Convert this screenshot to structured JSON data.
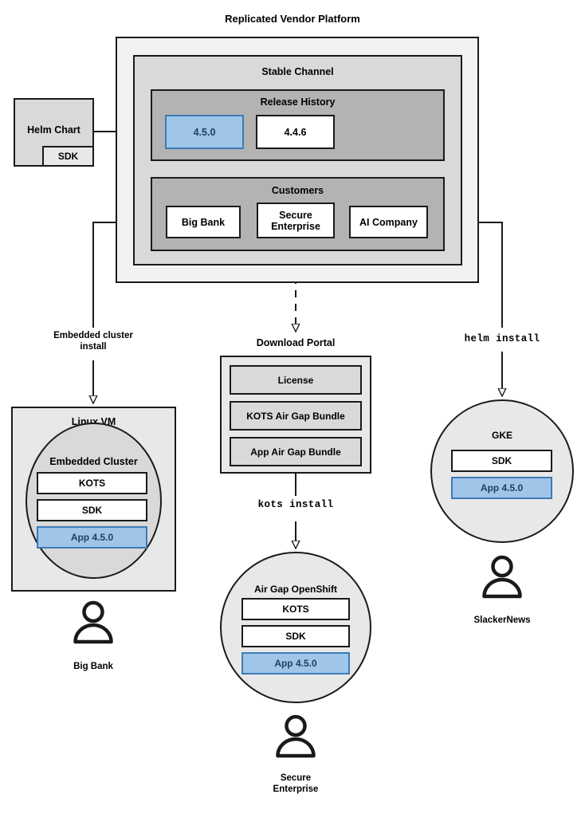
{
  "diagram": {
    "title": "Replicated Vendor Platform",
    "colors": {
      "accent_blue_fill": "#9fc5e8",
      "accent_blue_border": "#3d7ab5",
      "accent_blue_text": "#1f3f66",
      "outer_panel": "#f2f2f2",
      "mid_panel": "#d9d9d9",
      "inner_panel": "#b3b3b3",
      "stroke": "#1a1a1a"
    },
    "platform": {
      "channel_title": "Stable Channel",
      "release_history": {
        "title": "Release History",
        "releases": [
          {
            "version": "4.5.0",
            "state": "current"
          },
          {
            "version": "4.4.6",
            "state": "previous"
          }
        ]
      },
      "customers": {
        "title": "Customers",
        "items": [
          {
            "name": "Big Bank"
          },
          {
            "name": "Secure\nEnterprise",
            "line1": "Secure",
            "line2": "Enterprise"
          },
          {
            "name": "AI Company"
          }
        ]
      }
    },
    "source": {
      "helm_chart_label": "Helm Chart",
      "sdk_label": "SDK"
    },
    "edges": [
      {
        "id": "embedded-cluster-install",
        "line1": "Embedded cluster",
        "line2": "install",
        "style": "solid",
        "mono": false
      },
      {
        "id": "kots-install",
        "label": "kots install",
        "style": "solid",
        "mono": true
      },
      {
        "id": "helm-install",
        "label": "helm install",
        "style": "solid",
        "mono": true
      }
    ],
    "targets": {
      "linux_vm": {
        "title": "Linux VM",
        "cluster_title": "Embedded Cluster",
        "components": [
          {
            "label": "KOTS",
            "highlight": false
          },
          {
            "label": "SDK",
            "highlight": false
          },
          {
            "label": "App 4.5.0",
            "highlight": true
          }
        ],
        "persona": "Big Bank"
      },
      "download_portal": {
        "title": "Download Portal",
        "items": [
          {
            "label": "License"
          },
          {
            "label": "KOTS Air Gap Bundle"
          },
          {
            "label": "App Air Gap Bundle"
          }
        ]
      },
      "airgap_openshift": {
        "title": "Air Gap OpenShift",
        "components": [
          {
            "label": "KOTS",
            "highlight": false
          },
          {
            "label": "SDK",
            "highlight": false
          },
          {
            "label": "App 4.5.0",
            "highlight": true
          }
        ],
        "persona_line1": "Secure",
        "persona_line2": "Enterprise"
      },
      "gke": {
        "title": "GKE",
        "components": [
          {
            "label": "SDK",
            "highlight": false
          },
          {
            "label": "App 4.5.0",
            "highlight": true
          }
        ],
        "persona": "SlackerNews"
      }
    }
  }
}
